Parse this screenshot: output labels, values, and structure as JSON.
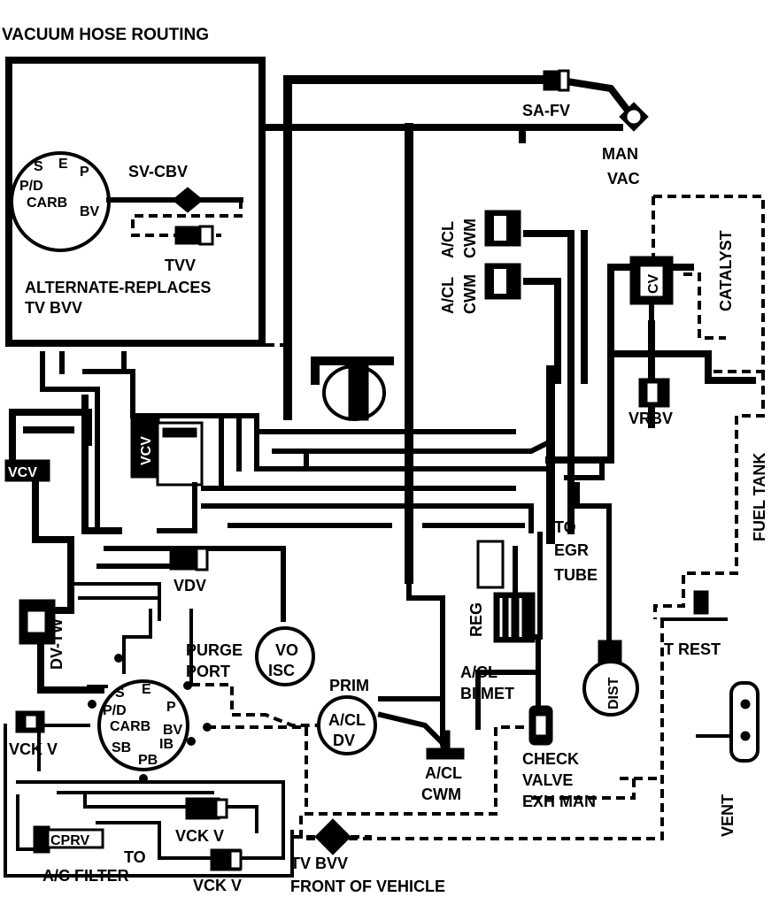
{
  "title": "VACUUM HOSE ROUTING",
  "labels": {
    "sa_fv": "SA-FV",
    "man": "MAN",
    "vac": "VAC",
    "sv_cbv": "SV-CBV",
    "tvv": "TVV",
    "alternate_line1": "ALTERNATE-REPLACES",
    "alternate_line2": "TV BVV",
    "acl_1": "A/CL",
    "acl_2": "A/CL",
    "cwm_1": "CWM",
    "cwm_2": "CWM",
    "catalyst": "CATALYST",
    "cv": "CV",
    "egr": "EGR",
    "vrbv": "VRBV",
    "vcv_top": "VCV",
    "vcv_left": "VCV",
    "fuel_tank": "FUEL TANK",
    "to_egr_1": "TO",
    "to_egr_2": "EGR",
    "to_egr_3": "TUBE",
    "reg": "REG",
    "vdv": "VDV",
    "dv_tw": "DV-TW",
    "purge_1": "PURGE",
    "purge_2": "PORT",
    "vo": "VO",
    "isc": "ISC",
    "prim": "PRIM",
    "acl_bimet_1": "A/CL",
    "acl_bimet_2": "BI MET",
    "acl_dv_1": "A/CL",
    "acl_dv_2": "DV",
    "dist": "DIST",
    "t_rest": "T REST",
    "vck_v_left": "VCK V",
    "check_valve_1": "CHECK",
    "check_valve_2": "VALVE",
    "check_valve_3": "EXH MAN",
    "acl_cwm_bottom_1": "A/CL",
    "acl_cwm_bottom_2": "CWM",
    "cprv": "CPRV",
    "vck_v_mid": "VCK V",
    "vck_v_bottom": "VCK V",
    "to_1": "TO",
    "ac_filter": "A/C FILTER",
    "tv_bvv": "TV BVV",
    "front_of_vehicle": "FRONT OF VEHICLE",
    "vent": "VENT"
  },
  "carb_upper": {
    "s": "S",
    "e": "E",
    "p": "P",
    "pd": "P/D",
    "carb": "CARB",
    "bv": "BV"
  },
  "carb_lower": {
    "s": "S",
    "e": "E",
    "p": "P",
    "pd": "P/D",
    "carb": "CARB",
    "ib": "IB",
    "bv": "BV",
    "sb": "SB",
    "pb": "PB"
  }
}
